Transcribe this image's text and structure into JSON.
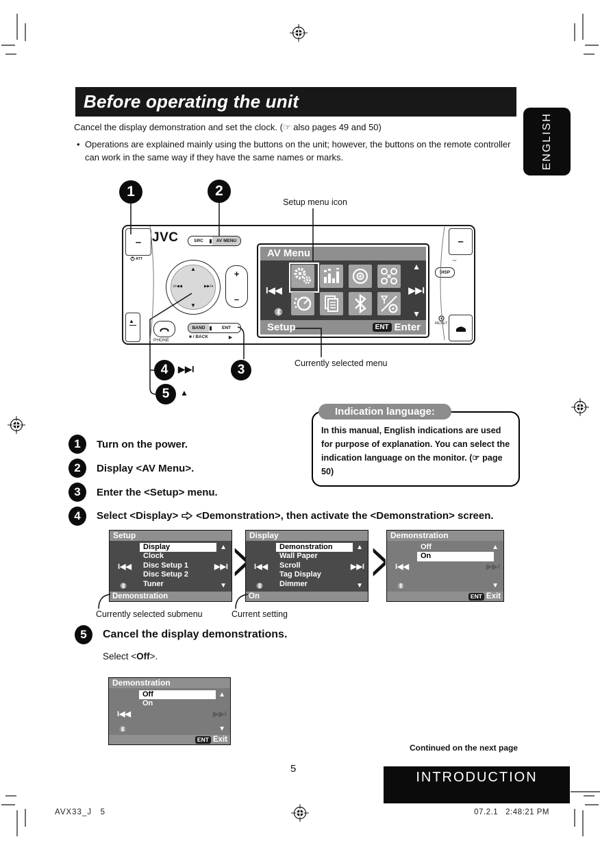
{
  "page": {
    "title": "Before operating the unit",
    "intro": "Cancel the display demonstration and set the clock. (☞ also pages 49 and 50)",
    "bullet": "Operations are explained mainly using the buttons on the unit; however, the buttons on the remote controller can work in the same way if they have the same names or marks.",
    "language_tab": "ENGLISH",
    "continued_note": "Continued on the next page",
    "page_number": "5",
    "section_label": "INTRODUCTION",
    "footer_left": "AVX33_J   5",
    "footer_right": "07.2.1   2:48:21 PM"
  },
  "callouts": {
    "c1": "1",
    "c2": "2",
    "c3": "3",
    "c4": "4",
    "c5": "5",
    "c4_glyph": "▶▶I",
    "c5_glyph": "▲"
  },
  "annotations": {
    "setup_menu_icon": "Setup menu icon",
    "currently_selected_menu": "Currently selected menu",
    "currently_selected_submenu": "Currently selected submenu",
    "current_setting": "Current setting"
  },
  "glyphs": {
    "prev": "I◀◀",
    "next": "▶▶I",
    "up": "▲",
    "down": "▼",
    "chevron": ">"
  },
  "unit": {
    "brand": "JVC",
    "corner_minus": "–",
    "att_label": "ATT",
    "src_label": "SRC",
    "av_menu_label": "AV MENU",
    "band_label": "BAND",
    "ent_label": "ENT",
    "phone_label": "PHONE",
    "stop_back_label": "■ / BACK",
    "play_label": "▶",
    "vol_plus": "+",
    "vol_minus": "–",
    "disp_label": "DISP",
    "reset_label": "RESET",
    "dial_up": "▲",
    "dial_down": "▼",
    "dial_left": "∨I◀◀",
    "dial_right": "▶▶I∧",
    "screen": {
      "title": "AV Menu",
      "footer_left": "Setup",
      "ent_badge": "ENT",
      "footer_right": "Enter"
    }
  },
  "info_box": {
    "header": "Indication language:",
    "body": "In this manual, English indications are used for purpose of explanation. You can select the indication language on the monitor. (☞ page 50)"
  },
  "steps": {
    "s1": {
      "num": "1",
      "text": "Turn on the power."
    },
    "s2": {
      "num": "2",
      "text": "Display <AV Menu>."
    },
    "s3": {
      "num": "3",
      "text": "Enter the <Setup> menu."
    },
    "s4": {
      "num": "4",
      "text_a": "Select <Display>",
      "text_b": "<Demonstration>, then activate the <Demonstration> screen."
    },
    "s5": {
      "num": "5",
      "text": "Cancel the display demonstrations.",
      "sub_pre": "Select <",
      "sub_bold": "Off",
      "sub_post": ">."
    }
  },
  "screens": {
    "setup": {
      "title": "Setup",
      "items": [
        "Display",
        "Clock",
        "Disc Setup 1",
        "Disc Setup 2",
        "Tuner"
      ],
      "footer_left": "Demonstration"
    },
    "display": {
      "title": "Display",
      "items": [
        "Demonstration",
        "Wall Paper",
        "Scroll",
        "Tag Display",
        "Dimmer"
      ],
      "footer_left": "On"
    },
    "demo_on": {
      "title": "Demonstration",
      "items": [
        "Off",
        "On"
      ],
      "ent_badge": "ENT",
      "footer_right": "Exit"
    },
    "demo_off": {
      "title": "Demonstration",
      "items": [
        "Off",
        "On"
      ],
      "ent_badge": "ENT",
      "footer_right": "Exit"
    }
  },
  "colors": {
    "header_gray": "#8f8f8f",
    "body_dark": "#4a4a4a",
    "body_light": "#7b7b7b",
    "black_bar": "#111111"
  }
}
